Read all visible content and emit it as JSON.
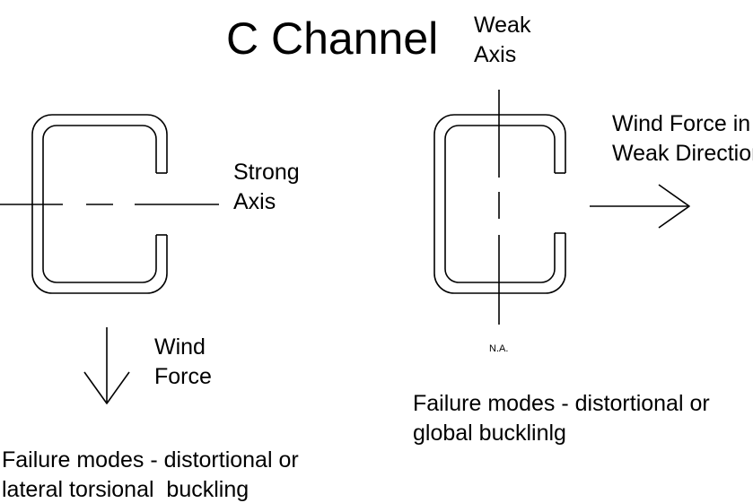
{
  "title": "C Channel",
  "left_section": {
    "axis_label_line1": "Strong",
    "axis_label_line2": "Axis",
    "force_label_line1": "Wind",
    "force_label_line2": "Force",
    "failure_line1": "Failure modes - distortional or",
    "failure_line2": "lateral torsional  buckling"
  },
  "right_section": {
    "axis_label_line1": "Weak",
    "axis_label_line2": "Axis",
    "neutral_axis_label": "N.A.",
    "force_label_line1": "Wind Force in",
    "force_label_line2": "Weak Direction",
    "failure_line1": "Failure modes - distortional or",
    "failure_line2": "global bucklinlg"
  },
  "colors": {
    "line": "#000000",
    "background": "#ffffff"
  }
}
